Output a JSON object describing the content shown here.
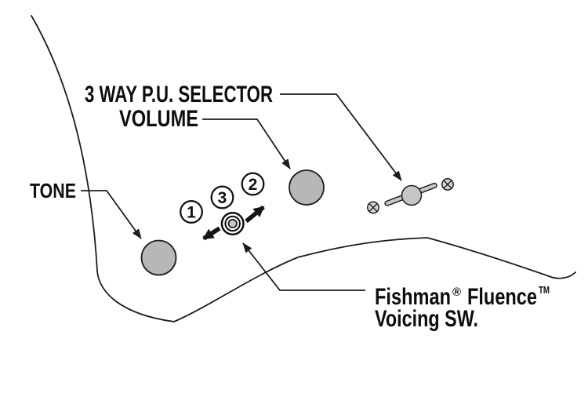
{
  "diagram": {
    "labels": {
      "selector": "3 WAY P.U. SELECTOR",
      "volume": "VOLUME",
      "tone": "TONE",
      "fishman": "Fishman",
      "registered": "®",
      "fluence": "Fluence",
      "trademark": "TM",
      "voicing": "Voicing SW."
    },
    "positions": [
      "1",
      "2",
      "3"
    ],
    "colors": {
      "line": "#1c1c1c",
      "knob_fill": "#b7b7b7",
      "lever_fill": "#c9c9c9",
      "screw_fill": "#d5d5d5",
      "switch_center_fill": "#c6c6c6"
    }
  }
}
